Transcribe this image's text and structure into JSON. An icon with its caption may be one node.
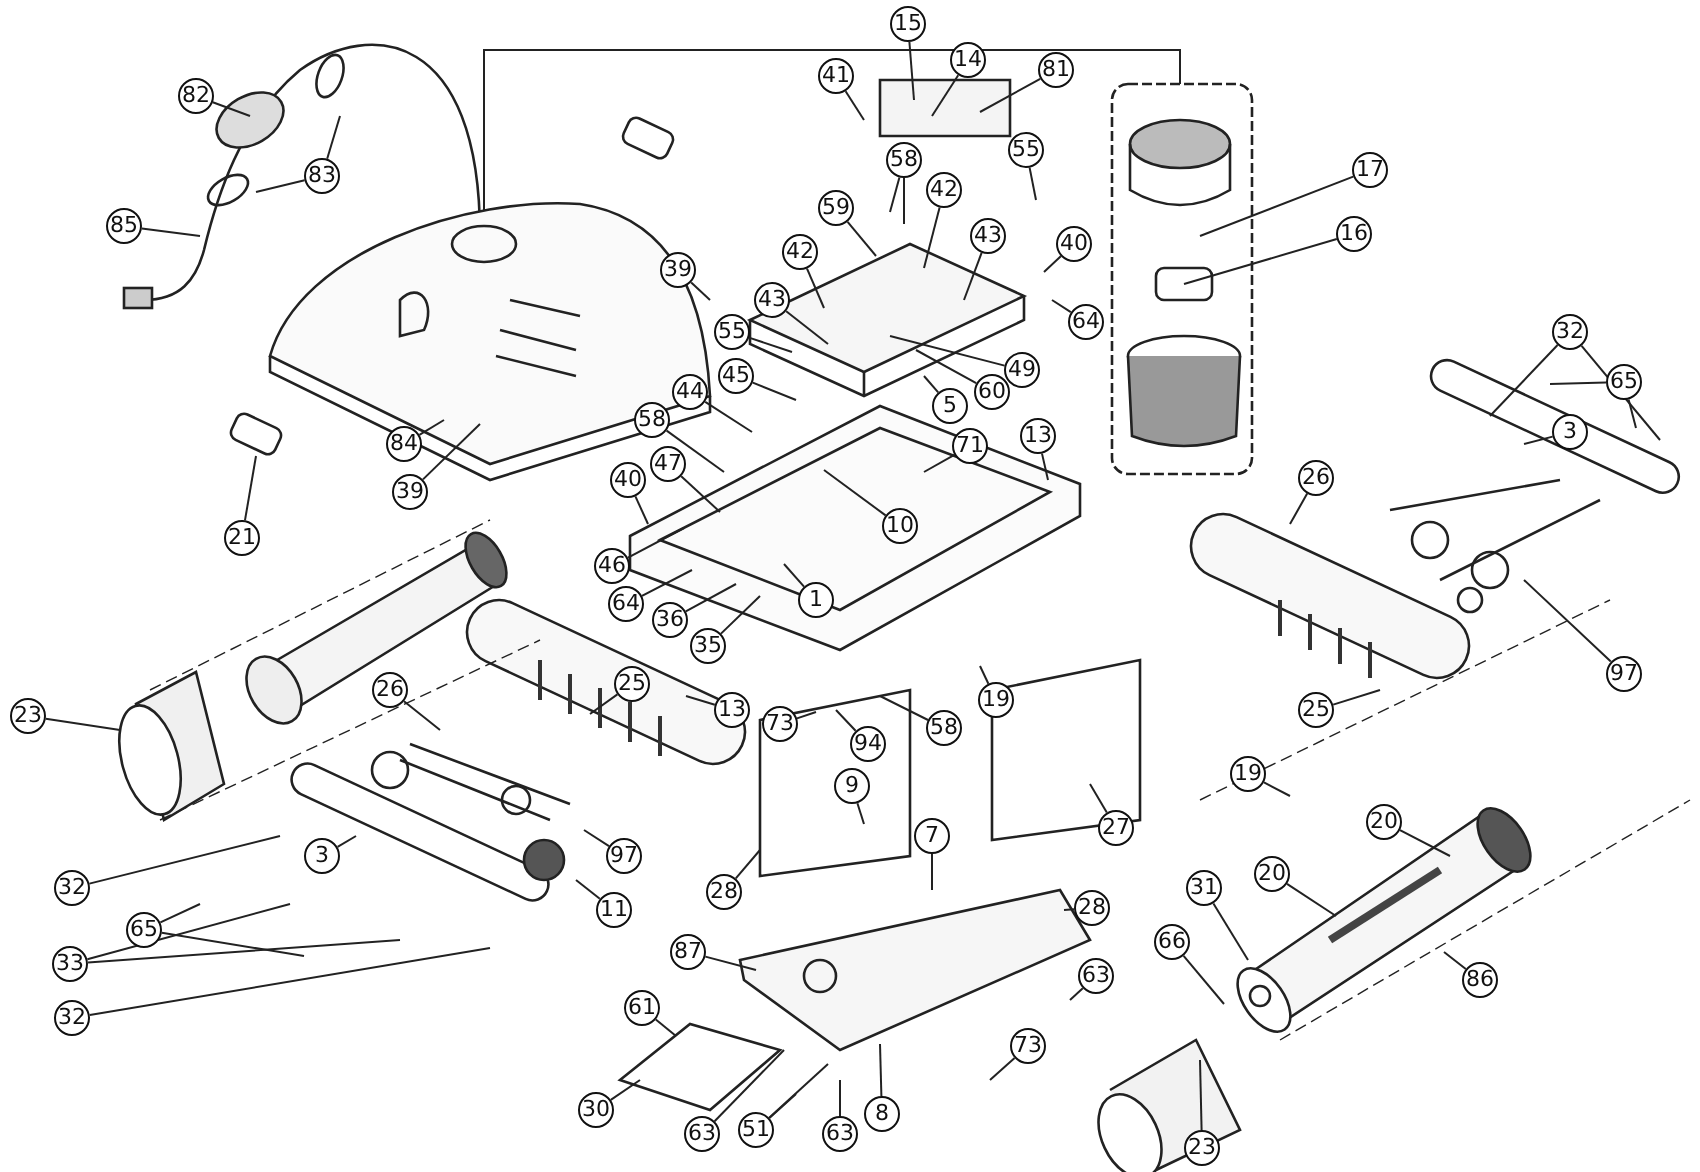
{
  "diagram": {
    "nodes": [
      {
        "text": [
          "82"
        ]
      },
      {
        "text": [
          "83"
        ]
      },
      {
        "text": [
          "85"
        ]
      },
      {
        "text": [
          "15"
        ]
      },
      {
        "text": [
          "14"
        ]
      },
      {
        "text": [
          "81"
        ]
      },
      {
        "text": [
          "41"
        ]
      },
      {
        "text": [
          "59"
        ]
      },
      {
        "text": [
          "58"
        ]
      },
      {
        "text": [
          "42"
        ]
      },
      {
        "text": [
          "43"
        ]
      },
      {
        "text": [
          "42"
        ]
      },
      {
        "text": [
          "43"
        ]
      },
      {
        "text": [
          "55"
        ]
      },
      {
        "text": [
          "40"
        ]
      },
      {
        "text": [
          "64"
        ]
      },
      {
        "text": [
          "49"
        ]
      },
      {
        "text": [
          "60"
        ]
      },
      {
        "text": [
          "5"
        ]
      },
      {
        "text": [
          "71"
        ]
      },
      {
        "text": [
          "13"
        ]
      },
      {
        "text": [
          "17"
        ]
      },
      {
        "text": [
          "16"
        ]
      },
      {
        "text": [
          "39"
        ]
      },
      {
        "text": [
          "55"
        ]
      },
      {
        "text": [
          "44"
        ]
      },
      {
        "text": [
          "45"
        ]
      },
      {
        "text": [
          "58"
        ]
      },
      {
        "text": [
          "47"
        ]
      },
      {
        "text": [
          "40"
        ]
      },
      {
        "text": [
          "84"
        ]
      },
      {
        "text": [
          "39"
        ]
      },
      {
        "text": [
          "21"
        ]
      },
      {
        "text": [
          "46"
        ]
      },
      {
        "text": [
          "10"
        ]
      },
      {
        "text": [
          "1"
        ]
      },
      {
        "text": [
          "64"
        ]
      },
      {
        "text": [
          "36"
        ]
      },
      {
        "text": [
          "35"
        ]
      },
      {
        "text": [
          "32"
        ]
      },
      {
        "text": [
          "65"
        ]
      },
      {
        "text": [
          "3"
        ]
      },
      {
        "text": [
          "26"
        ]
      },
      {
        "text": [
          "97"
        ]
      },
      {
        "text": [
          "23"
        ]
      },
      {
        "text": [
          "26"
        ]
      },
      {
        "text": [
          "25"
        ]
      },
      {
        "text": [
          "13"
        ]
      },
      {
        "text": [
          "73"
        ]
      },
      {
        "text": [
          "94"
        ]
      },
      {
        "text": [
          "58"
        ]
      },
      {
        "text": [
          "19"
        ]
      },
      {
        "text": [
          "9"
        ]
      },
      {
        "text": [
          "27"
        ]
      },
      {
        "text": [
          "25"
        ]
      },
      {
        "text": [
          "3"
        ]
      },
      {
        "text": [
          "97"
        ]
      },
      {
        "text": [
          "11"
        ]
      },
      {
        "text": [
          "28"
        ]
      },
      {
        "text": [
          "7"
        ]
      },
      {
        "text": [
          "28"
        ]
      },
      {
        "text": [
          "32"
        ]
      },
      {
        "text": [
          "65"
        ]
      },
      {
        "text": [
          "33"
        ]
      },
      {
        "text": [
          "32"
        ]
      },
      {
        "text": [
          "87"
        ]
      },
      {
        "text": [
          "61"
        ]
      },
      {
        "text": [
          "30"
        ]
      },
      {
        "text": [
          "63"
        ]
      },
      {
        "text": [
          "51"
        ]
      },
      {
        "text": [
          "63"
        ]
      },
      {
        "text": [
          "8"
        ]
      },
      {
        "text": [
          "73"
        ]
      },
      {
        "text": [
          "63"
        ]
      },
      {
        "text": [
          "19"
        ]
      },
      {
        "text": [
          "20"
        ]
      },
      {
        "text": [
          "20"
        ]
      },
      {
        "text": [
          "31"
        ]
      },
      {
        "text": [
          "66"
        ]
      },
      {
        "text": [
          "86"
        ]
      },
      {
        "text": [
          "23"
        ]
      }
    ],
    "edges": [
      {
        "from": 0,
        "to": null,
        "arrow": "none"
      },
      {
        "from": 1,
        "to": null,
        "arrow": "none"
      },
      {
        "from": 1,
        "to": null,
        "arrow": "none"
      },
      {
        "from": 2,
        "to": null,
        "arrow": "none"
      },
      {
        "from": 3,
        "to": null,
        "arrow": "none"
      },
      {
        "from": 4,
        "to": null,
        "arrow": "none"
      },
      {
        "from": 5,
        "to": null,
        "arrow": "none"
      },
      {
        "from": 6,
        "to": null,
        "arrow": "none"
      },
      {
        "from": 7,
        "to": null,
        "arrow": "none"
      },
      {
        "from": 8,
        "to": null,
        "arrow": "none"
      },
      {
        "from": 8,
        "to": null,
        "arrow": "none"
      },
      {
        "from": 9,
        "to": null,
        "arrow": "none"
      },
      {
        "from": 10,
        "to": null,
        "arrow": "none"
      },
      {
        "from": 11,
        "to": null,
        "arrow": "none"
      },
      {
        "from": 12,
        "to": null,
        "arrow": "none"
      },
      {
        "from": 13,
        "to": null,
        "arrow": "none"
      },
      {
        "from": 14,
        "to": null,
        "arrow": "none"
      },
      {
        "from": 15,
        "to": null,
        "arrow": "none"
      },
      {
        "from": 16,
        "to": null,
        "arrow": "none"
      },
      {
        "from": 17,
        "to": null,
        "arrow": "none"
      },
      {
        "from": 18,
        "to": null,
        "arrow": "none"
      },
      {
        "from": 19,
        "to": null,
        "arrow": "none"
      },
      {
        "from": 20,
        "to": null,
        "arrow": "none"
      },
      {
        "from": 21,
        "to": null,
        "arrow": "none"
      },
      {
        "from": 22,
        "to": null,
        "arrow": "none"
      },
      {
        "from": 23,
        "to": null,
        "arrow": "none"
      },
      {
        "from": 24,
        "to": null,
        "arrow": "none"
      },
      {
        "from": 25,
        "to": null,
        "arrow": "none"
      },
      {
        "from": 26,
        "to": null,
        "arrow": "none"
      },
      {
        "from": 27,
        "to": null,
        "arrow": "none"
      },
      {
        "from": 28,
        "to": null,
        "arrow": "none"
      },
      {
        "from": 29,
        "to": null,
        "arrow": "none"
      },
      {
        "from": 30,
        "to": null,
        "arrow": "none"
      },
      {
        "from": 31,
        "to": null,
        "arrow": "none"
      },
      {
        "from": 32,
        "to": null,
        "arrow": "none"
      },
      {
        "from": 33,
        "to": null,
        "arrow": "none"
      },
      {
        "from": 34,
        "to": null,
        "arrow": "none"
      },
      {
        "from": 35,
        "to": null,
        "arrow": "none"
      },
      {
        "from": 36,
        "to": null,
        "arrow": "none"
      },
      {
        "from": 37,
        "to": null,
        "arrow": "none"
      },
      {
        "from": 38,
        "to": null,
        "arrow": "none"
      },
      {
        "from": 39,
        "to": null,
        "arrow": "none"
      },
      {
        "from": 39,
        "to": null,
        "arrow": "none"
      },
      {
        "from": 40,
        "to": null,
        "arrow": "none"
      },
      {
        "from": 40,
        "to": null,
        "arrow": "none"
      },
      {
        "from": 41,
        "to": null,
        "arrow": "none"
      },
      {
        "from": 42,
        "to": null,
        "arrow": "none"
      },
      {
        "from": 43,
        "to": null,
        "arrow": "none"
      },
      {
        "from": 44,
        "to": null,
        "arrow": "none"
      },
      {
        "from": 45,
        "to": null,
        "arrow": "none"
      },
      {
        "from": 46,
        "to": null,
        "arrow": "none"
      },
      {
        "from": 47,
        "to": null,
        "arrow": "none"
      },
      {
        "from": 48,
        "to": null,
        "arrow": "none"
      },
      {
        "from": 49,
        "to": null,
        "arrow": "none"
      },
      {
        "from": 50,
        "to": null,
        "arrow": "none"
      },
      {
        "from": 51,
        "to": null,
        "arrow": "none"
      },
      {
        "from": 52,
        "to": null,
        "arrow": "none"
      },
      {
        "from": 53,
        "to": null,
        "arrow": "none"
      },
      {
        "from": 54,
        "to": null,
        "arrow": "none"
      },
      {
        "from": 55,
        "to": null,
        "arrow": "none"
      },
      {
        "from": 56,
        "to": null,
        "arrow": "none"
      },
      {
        "from": 57,
        "to": null,
        "arrow": "none"
      },
      {
        "from": 58,
        "to": null,
        "arrow": "none"
      },
      {
        "from": 59,
        "to": null,
        "arrow": "none"
      },
      {
        "from": 60,
        "to": null,
        "arrow": "none"
      },
      {
        "from": 61,
        "to": null,
        "arrow": "none"
      },
      {
        "from": 62,
        "to": null,
        "arrow": "none"
      },
      {
        "from": 62,
        "to": null,
        "arrow": "none"
      },
      {
        "from": 63,
        "to": null,
        "arrow": "none"
      },
      {
        "from": 63,
        "to": null,
        "arrow": "none"
      },
      {
        "from": 64,
        "to": null,
        "arrow": "none"
      },
      {
        "from": 65,
        "to": null,
        "arrow": "none"
      },
      {
        "from": 66,
        "to": null,
        "arrow": "none"
      },
      {
        "from": 67,
        "to": null,
        "arrow": "none"
      },
      {
        "from": 68,
        "to": null,
        "arrow": "none"
      },
      {
        "from": 69,
        "to": null,
        "arrow": "none"
      },
      {
        "from": 69,
        "to": null,
        "arrow": "none"
      },
      {
        "from": 70,
        "to": null,
        "arrow": "none"
      },
      {
        "from": 71,
        "to": null,
        "arrow": "none"
      },
      {
        "from": 72,
        "to": null,
        "arrow": "none"
      },
      {
        "from": 73,
        "to": null,
        "arrow": "none"
      },
      {
        "from": 74,
        "to": null,
        "arrow": "none"
      },
      {
        "from": 75,
        "to": null,
        "arrow": "none"
      },
      {
        "from": 76,
        "to": null,
        "arrow": "none"
      },
      {
        "from": 77,
        "to": null,
        "arrow": "none"
      },
      {
        "from": 78,
        "to": null,
        "arrow": "none"
      },
      {
        "from": 79,
        "to": null,
        "arrow": "none"
      },
      {
        "from": 80,
        "to": null,
        "arrow": "none"
      }
    ]
  }
}
